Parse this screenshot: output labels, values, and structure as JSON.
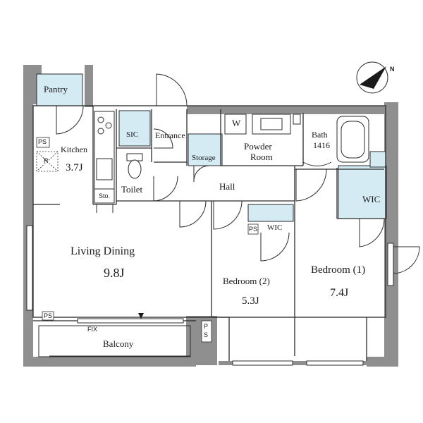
{
  "rooms": {
    "pantry": "Pantry",
    "kitchen": "Kitchen",
    "kitchen_size": "3.7J",
    "living": "Living Dining",
    "living_size": "9.8J",
    "toilet": "Toilet",
    "sic": "SIC",
    "entrance": "Entrance",
    "storage": "Storage",
    "hall": "Hall",
    "powder": "Powder",
    "powder2": "Room",
    "bath": "Bath",
    "bath_size": "1416",
    "wic_big": "WIC",
    "wic_small": "WIC",
    "bed2": "Bedroom (2)",
    "bed2_size": "5.3J",
    "bed1": "Bedroom (1)",
    "bed1_size": "7.4J",
    "balcony": "Balcony",
    "fix": "FIX",
    "sto": "Sto.",
    "ps": "PS",
    "ps_b": "PS",
    "ps_c": "PS",
    "ps_d": "P\nS",
    "w": "W",
    "r": "R"
  },
  "colors": {
    "wall": "#8f8f8f",
    "closet": "#d4ebf4",
    "line": "#2b2b2b"
  },
  "compass": "N"
}
